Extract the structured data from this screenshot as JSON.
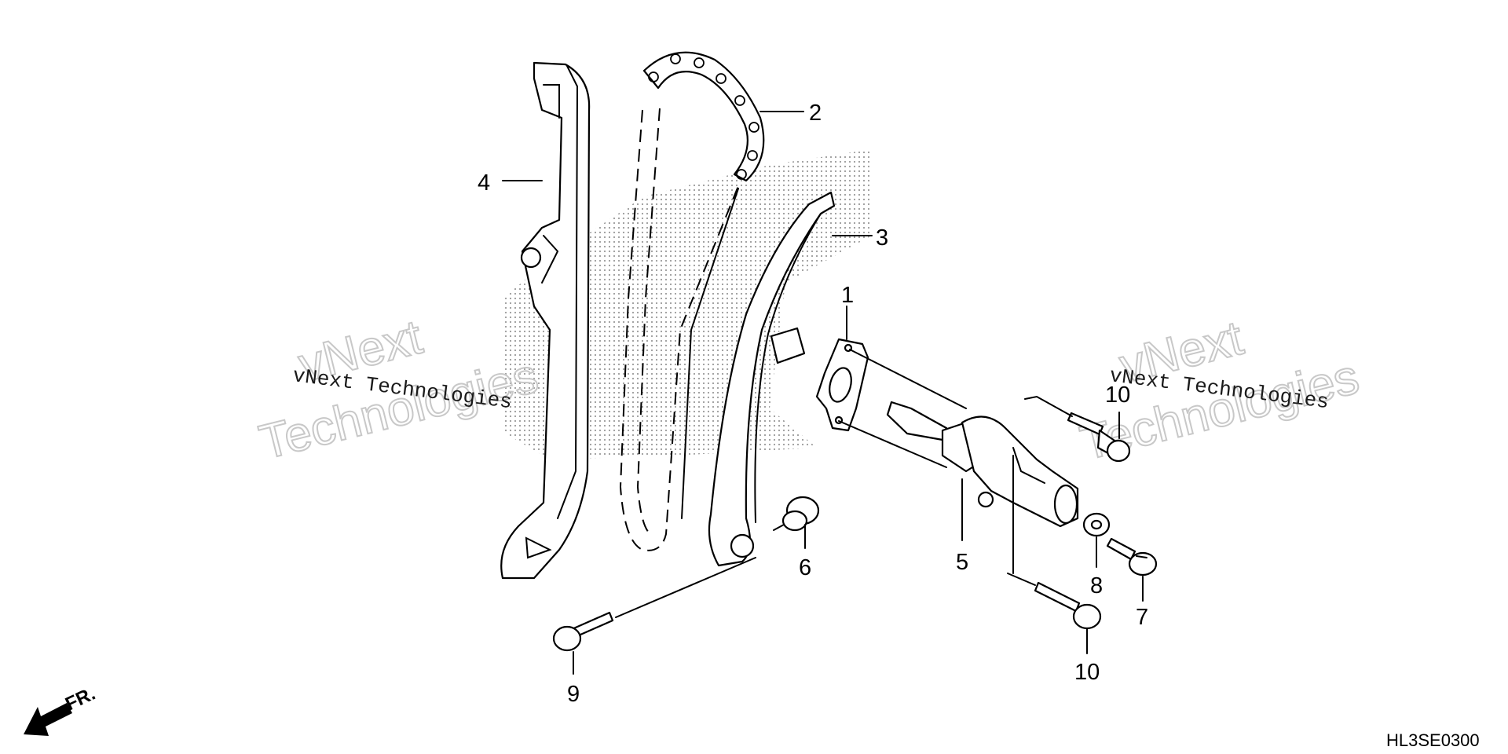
{
  "diagram": {
    "callouts": [
      {
        "id": "1",
        "label": "1"
      },
      {
        "id": "2",
        "label": "2"
      },
      {
        "id": "3",
        "label": "3"
      },
      {
        "id": "4",
        "label": "4"
      },
      {
        "id": "5",
        "label": "5"
      },
      {
        "id": "6",
        "label": "6"
      },
      {
        "id": "7",
        "label": "7"
      },
      {
        "id": "8",
        "label": "8"
      },
      {
        "id": "9",
        "label": "9"
      },
      {
        "id": "10a",
        "label": "10"
      },
      {
        "id": "10b",
        "label": "10"
      }
    ],
    "watermarks": {
      "left_big_1": "vNext",
      "left_big_2": "Technologies",
      "left_small": "vNext Technologies",
      "right_big_1": "vNext",
      "right_big_2": "Technologies",
      "right_small": "vNext Technologies"
    },
    "direction_label": "FR.",
    "diagram_code": "HL3SE0300",
    "colors": {
      "line": "#000000",
      "background": "#ffffff",
      "watermark": "#c8c8c8",
      "shading": "#9a9a9a"
    }
  }
}
